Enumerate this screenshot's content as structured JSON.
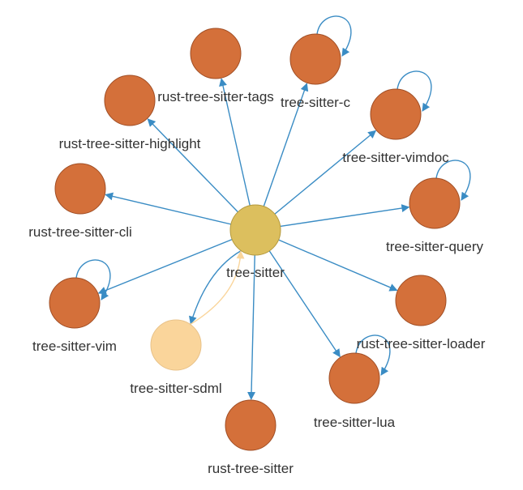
{
  "graph": {
    "hub": {
      "id": "tree-sitter",
      "label": "tree-sitter",
      "color": "#dcbf5e"
    },
    "nodes": [
      {
        "id": "rust-tree-sitter-tags",
        "label": "rust-tree-sitter-tags",
        "color": "#d4703a",
        "self_loop": false
      },
      {
        "id": "tree-sitter-c",
        "label": "tree-sitter-c",
        "color": "#d4703a",
        "self_loop": true
      },
      {
        "id": "rust-tree-sitter-highlight",
        "label": "rust-tree-sitter-highlight",
        "color": "#d4703a",
        "self_loop": false
      },
      {
        "id": "tree-sitter-vimdoc",
        "label": "tree-sitter-vimdoc",
        "color": "#d4703a",
        "self_loop": true
      },
      {
        "id": "rust-tree-sitter-cli",
        "label": "rust-tree-sitter-cli",
        "color": "#d4703a",
        "self_loop": false
      },
      {
        "id": "tree-sitter-query",
        "label": "tree-sitter-query",
        "color": "#d4703a",
        "self_loop": true
      },
      {
        "id": "tree-sitter-vim",
        "label": "tree-sitter-vim",
        "color": "#d4703a",
        "self_loop": true
      },
      {
        "id": "rust-tree-sitter-loader",
        "label": "rust-tree-sitter-loader",
        "color": "#d4703a",
        "self_loop": false
      },
      {
        "id": "tree-sitter-sdml",
        "label": "tree-sitter-sdml",
        "color": "#fad59b",
        "self_loop": false
      },
      {
        "id": "tree-sitter-lua",
        "label": "tree-sitter-lua",
        "color": "#d4703a",
        "self_loop": true
      },
      {
        "id": "rust-tree-sitter",
        "label": "rust-tree-sitter",
        "color": "#d4703a",
        "self_loop": false
      }
    ],
    "edges": [
      {
        "from": "tree-sitter",
        "to": "rust-tree-sitter-tags"
      },
      {
        "from": "tree-sitter",
        "to": "tree-sitter-c"
      },
      {
        "from": "tree-sitter",
        "to": "rust-tree-sitter-highlight"
      },
      {
        "from": "tree-sitter",
        "to": "tree-sitter-vimdoc"
      },
      {
        "from": "tree-sitter",
        "to": "rust-tree-sitter-cli"
      },
      {
        "from": "tree-sitter",
        "to": "tree-sitter-query"
      },
      {
        "from": "tree-sitter",
        "to": "tree-sitter-vim"
      },
      {
        "from": "tree-sitter",
        "to": "rust-tree-sitter-loader"
      },
      {
        "from": "tree-sitter",
        "to": "tree-sitter-sdml"
      },
      {
        "from": "tree-sitter-sdml",
        "to": "tree-sitter"
      },
      {
        "from": "tree-sitter",
        "to": "tree-sitter-lua"
      },
      {
        "from": "tree-sitter",
        "to": "rust-tree-sitter"
      }
    ],
    "colors": {
      "edge": "#3a8cc4",
      "edge_back": "#fad59b",
      "node_stroke": "#a04e25"
    }
  }
}
